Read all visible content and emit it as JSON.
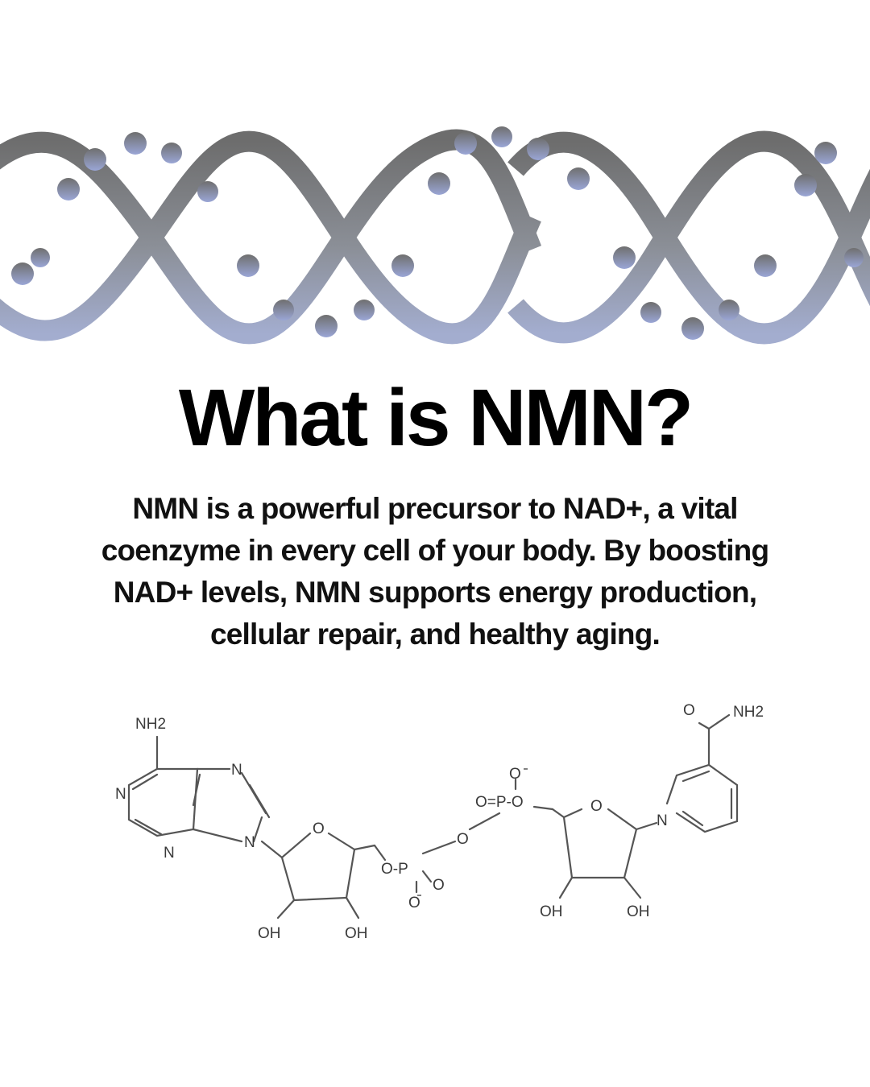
{
  "banner": {
    "graphic": "dna-double-helix"
  },
  "title": "What is NMN?",
  "description": {
    "lines": [
      "NMN is a powerful precursor to NAD+, a vital",
      "coenzyme in every cell of your body. By boosting",
      "NAD+ levels, NMN supports energy production,",
      "cellular repair, and healthy aging."
    ]
  },
  "molecule": {
    "graphic": "nad-structural-formula",
    "atom_labels": {
      "nh2_left": "NH2",
      "n1": "N",
      "n2": "N",
      "n3": "N",
      "n4": "N",
      "o_ring_left": "O",
      "oh_left_1": "OH",
      "oh_left_2": "OH",
      "o_p_left": "O-P",
      "o_double_left": "O",
      "o_minus_left": "O",
      "o_bridge": "O",
      "o_minus_right": "O",
      "o_p_right": "O=P-O",
      "o_ring_right": "O",
      "n_plus": "N",
      "oh_right_1": "OH",
      "oh_right_2": "OH",
      "o_amide": "O",
      "nh2_right": "NH2"
    }
  }
}
